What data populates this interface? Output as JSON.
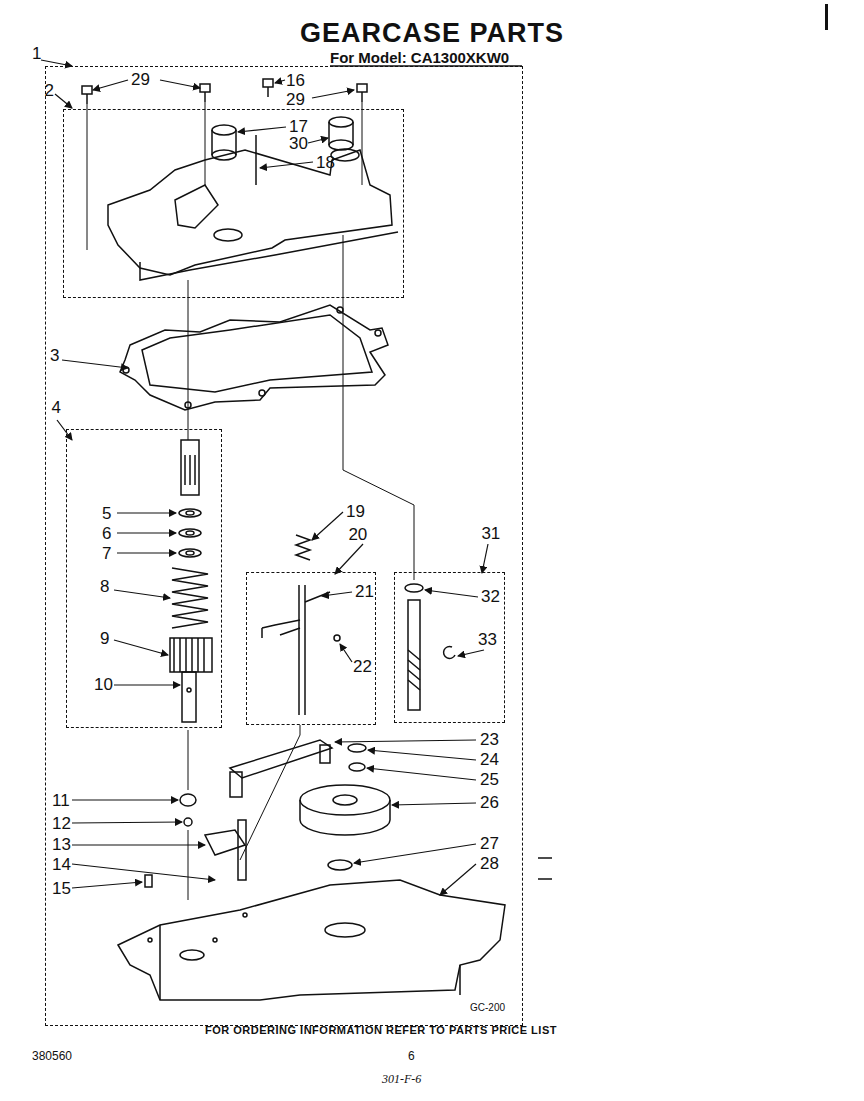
{
  "diagram": {
    "title": "GEARCASE PARTS",
    "nodes": [
      {
        "text": [
          "1"
        ]
      },
      {
        "text": [
          "2"
        ],
        "in": 0
      },
      {
        "text": [
          "4"
        ],
        "in": 0
      },
      {
        "text": [
          "20"
        ],
        "in": 0
      },
      {
        "text": [
          "31"
        ],
        "in": 0
      }
    ],
    "labels": [
      "For Model: CA1300XKW0",
      "29",
      "16",
      "29",
      "17",
      "30",
      "18",
      "3",
      "5",
      "6",
      "7",
      "8",
      "9",
      "10",
      "19",
      "21",
      "22",
      "32",
      "33",
      "23",
      "24",
      "25",
      "26",
      "27",
      "28",
      "11",
      "12",
      "13",
      "14",
      "15",
      "GC-200",
      "FOR ORDERING INFORMATION REFER TO PARTS PRICE LIST",
      "380560",
      "6",
      "301-F-6"
    ]
  }
}
